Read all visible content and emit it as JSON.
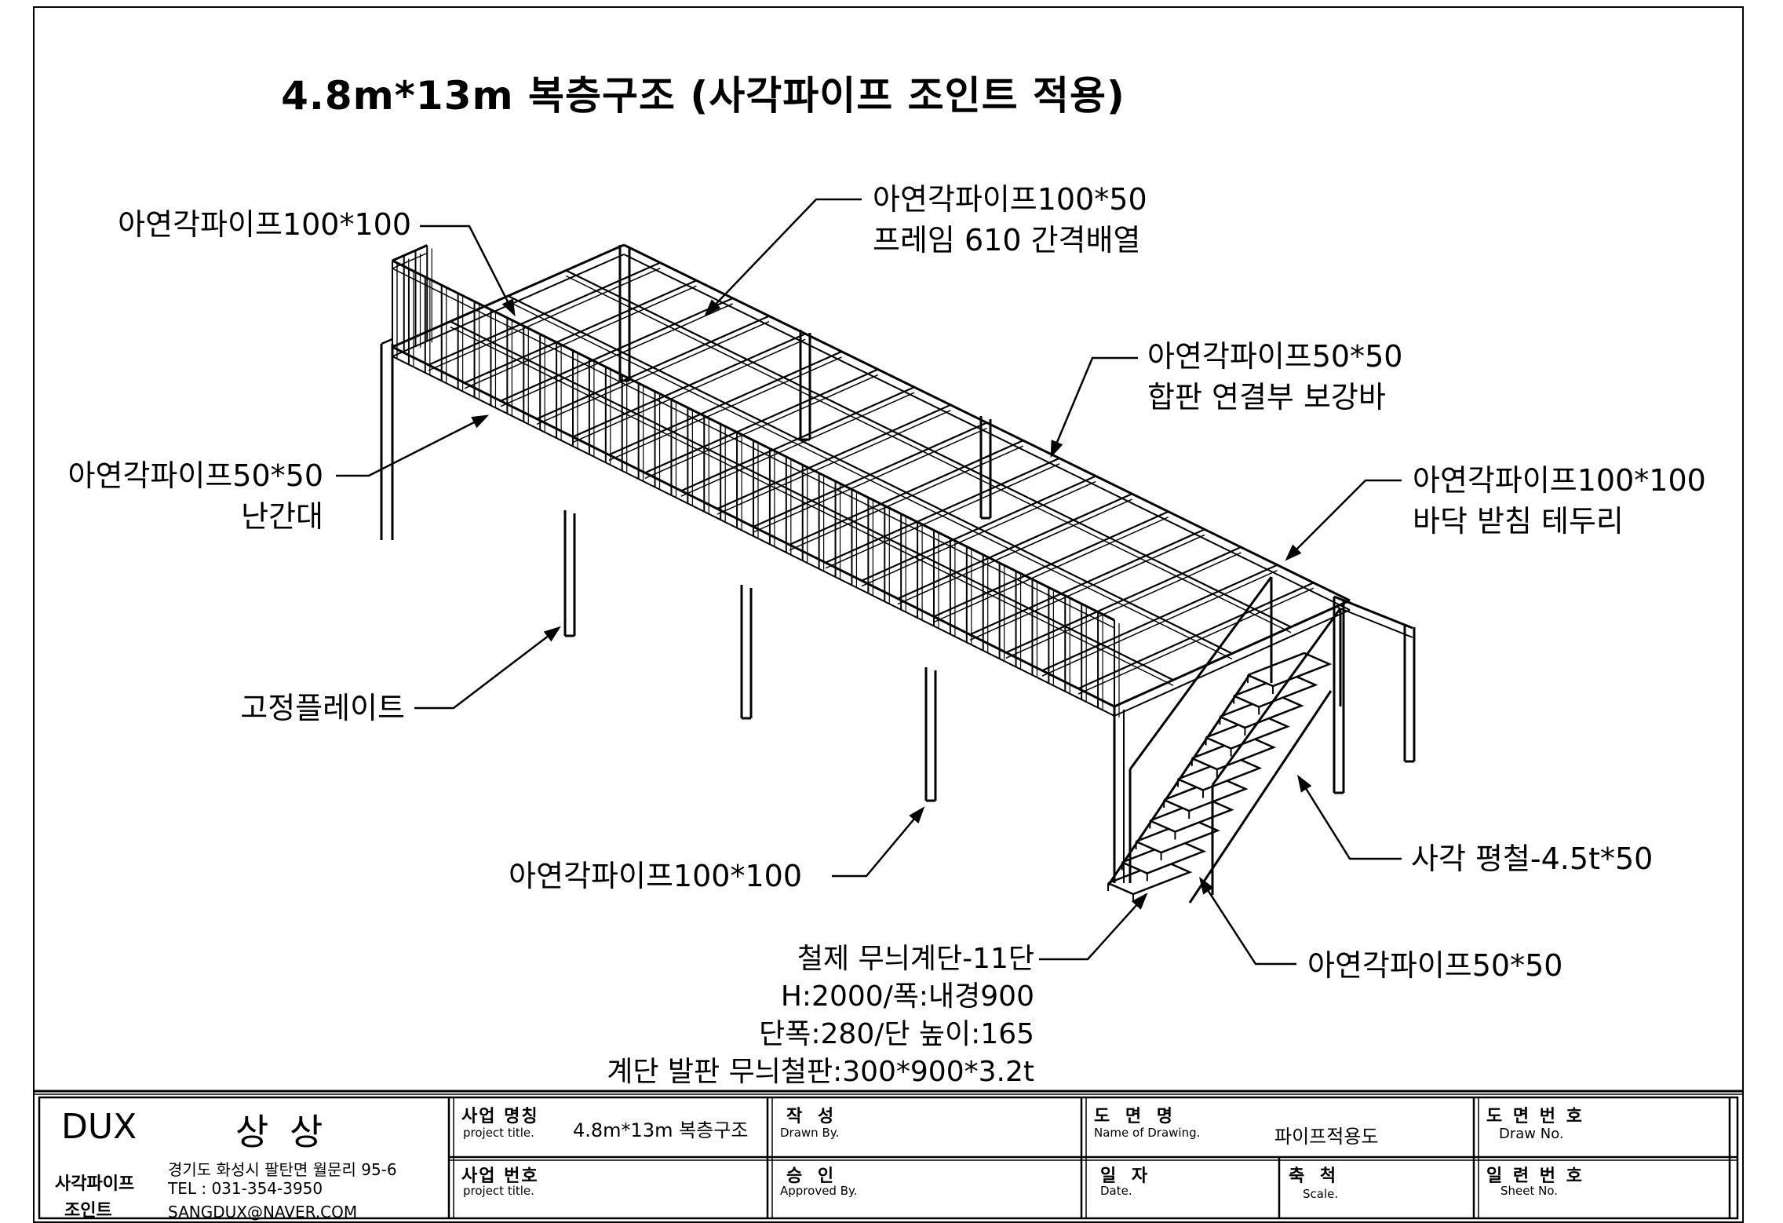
{
  "title": "4.8m*13m 복층구조 (사각파이프 조인트 적용)",
  "callouts": {
    "top_left": [
      "아연각파이프100*100"
    ],
    "top_center": [
      "아연각파이프100*50",
      "프레임 610 간격배열"
    ],
    "right_mid": [
      "아연각파이프50*50",
      "합판 연결부 보강바"
    ],
    "left_mid": [
      "아연각파이프50*50",
      "난간대"
    ],
    "right_lower": [
      "아연각파이프100*100",
      "바닥 받침 테두리"
    ],
    "left_lower": [
      "고정플레이트"
    ],
    "bottom_center": [
      "아연각파이프100*100"
    ],
    "stair_plate": [
      "사각 평철-4.5t*50"
    ],
    "stair_pipe": [
      "아연각파이프50*50"
    ],
    "stair_spec": [
      "철제 무늬계단-11단",
      "H:2000/폭:내경900",
      "단폭:280/단 높이:165",
      "계단 발판 무늬철판:300*900*3.2t"
    ]
  },
  "title_block": {
    "company": "DUX",
    "company_kr": "상 상",
    "product_line1": "사각파이프",
    "product_line2": "조인트",
    "address": "경기도 화성시 팔탄면 월문리 95-6",
    "tel": "TEL : 031-354-3950",
    "email": "SANGDUX@NAVER.COM",
    "project_name_label": "사업 명칭",
    "project_name_sub": "project title.",
    "project_name_value": "4.8m*13m 복층구조",
    "drawn_label": "작   성",
    "drawn_sub": "Drawn By.",
    "drawing_name_label": "도  면  명",
    "drawing_name_sub": "Name of Drawing.",
    "drawing_name_value": "파이프적용도",
    "draw_no_label": "도 면 번 호",
    "draw_no_sub": "Draw No.",
    "project_no_label": "사업 번호",
    "project_no_sub": "project title.",
    "approved_label": "승   인",
    "approved_sub": "Approved By.",
    "date_label": "일   자",
    "date_sub": "Date.",
    "scale_label": "축   척",
    "scale_sub": "Scale.",
    "sheet_no_label": "일 련 번 호",
    "sheet_no_sub": "Sheet No."
  },
  "colors": {
    "line": "#000000",
    "background": "#ffffff"
  }
}
